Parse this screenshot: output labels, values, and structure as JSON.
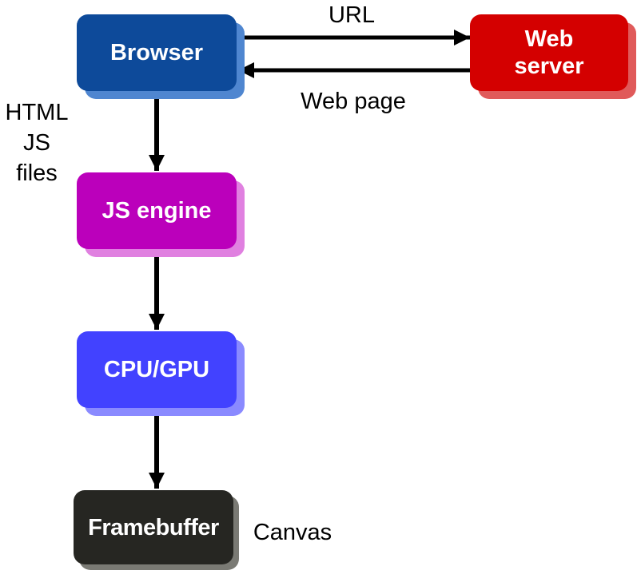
{
  "nodes": {
    "browser": {
      "label": "Browser",
      "color": "#0d4a9a",
      "shadow": "#4f86d0"
    },
    "web_server": {
      "label": "Web\nserver",
      "color": "#d40000",
      "shadow": "#e05a5a"
    },
    "js_engine": {
      "label": "JS engine",
      "color": "#bb00bb",
      "shadow": "#e080e0"
    },
    "cpu_gpu": {
      "label": "CPU/GPU",
      "color": "#4242ff",
      "shadow": "#8a8aff"
    },
    "framebuffer": {
      "label": "Framebuffer",
      "color": "#262622",
      "shadow": "#7a7a74"
    }
  },
  "edges": {
    "url": "URL",
    "web_page": "Web page",
    "html_js_files": "HTML\nJS\nfiles",
    "canvas": "Canvas"
  }
}
